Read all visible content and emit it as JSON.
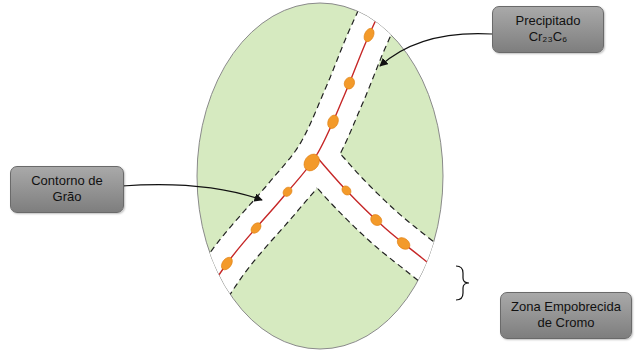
{
  "diagram": {
    "nodes": [
      {
        "text": [
          "Precipitado Cr₂₃C₆"
        ]
      },
      {
        "text": [
          "Contorno de Grão"
        ]
      },
      {
        "text": [
          "Zona Empobrecida de Cromo"
        ]
      }
    ]
  }
}
